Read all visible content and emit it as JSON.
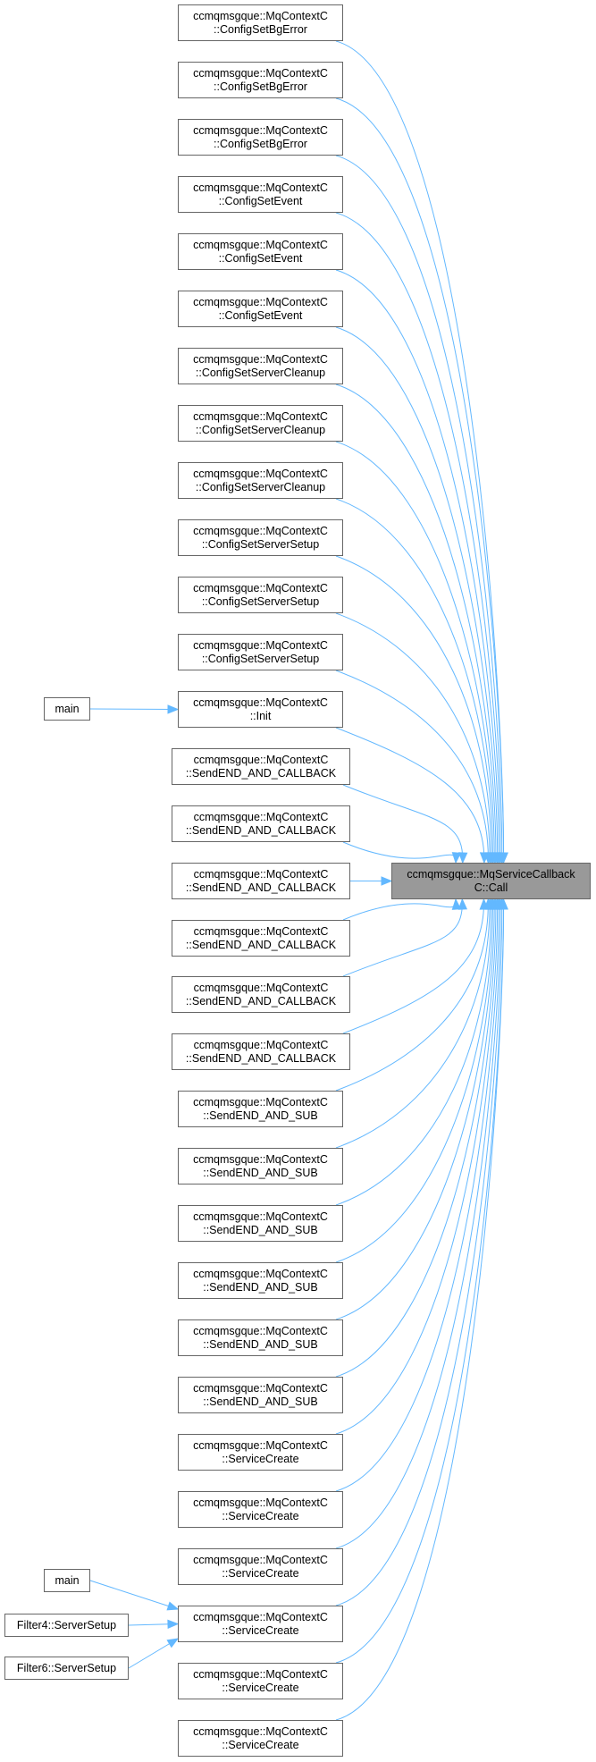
{
  "diagram": {
    "type": "call-graph (caller graph)",
    "edge_color": "#63b8ff",
    "target": {
      "line1": "ccmqmsgque::MqServiceCallback",
      "line2": "C::Call"
    },
    "callers": [
      {
        "line1": "ccmqmsgque::MqContextC",
        "line2": "::ConfigSetBgError"
      },
      {
        "line1": "ccmqmsgque::MqContextC",
        "line2": "::ConfigSetBgError"
      },
      {
        "line1": "ccmqmsgque::MqContextC",
        "line2": "::ConfigSetBgError"
      },
      {
        "line1": "ccmqmsgque::MqContextC",
        "line2": "::ConfigSetEvent"
      },
      {
        "line1": "ccmqmsgque::MqContextC",
        "line2": "::ConfigSetEvent"
      },
      {
        "line1": "ccmqmsgque::MqContextC",
        "line2": "::ConfigSetEvent"
      },
      {
        "line1": "ccmqmsgque::MqContextC",
        "line2": "::ConfigSetServerCleanup"
      },
      {
        "line1": "ccmqmsgque::MqContextC",
        "line2": "::ConfigSetServerCleanup"
      },
      {
        "line1": "ccmqmsgque::MqContextC",
        "line2": "::ConfigSetServerCleanup"
      },
      {
        "line1": "ccmqmsgque::MqContextC",
        "line2": "::ConfigSetServerSetup"
      },
      {
        "line1": "ccmqmsgque::MqContextC",
        "line2": "::ConfigSetServerSetup"
      },
      {
        "line1": "ccmqmsgque::MqContextC",
        "line2": "::ConfigSetServerSetup"
      },
      {
        "line1": "ccmqmsgque::MqContextC",
        "line2": "::Init"
      },
      {
        "line1": "ccmqmsgque::MqContextC",
        "line2": "::SendEND_AND_CALLBACK"
      },
      {
        "line1": "ccmqmsgque::MqContextC",
        "line2": "::SendEND_AND_CALLBACK"
      },
      {
        "line1": "ccmqmsgque::MqContextC",
        "line2": "::SendEND_AND_CALLBACK"
      },
      {
        "line1": "ccmqmsgque::MqContextC",
        "line2": "::SendEND_AND_CALLBACK"
      },
      {
        "line1": "ccmqmsgque::MqContextC",
        "line2": "::SendEND_AND_CALLBACK"
      },
      {
        "line1": "ccmqmsgque::MqContextC",
        "line2": "::SendEND_AND_CALLBACK"
      },
      {
        "line1": "ccmqmsgque::MqContextC",
        "line2": "::SendEND_AND_SUB"
      },
      {
        "line1": "ccmqmsgque::MqContextC",
        "line2": "::SendEND_AND_SUB"
      },
      {
        "line1": "ccmqmsgque::MqContextC",
        "line2": "::SendEND_AND_SUB"
      },
      {
        "line1": "ccmqmsgque::MqContextC",
        "line2": "::SendEND_AND_SUB"
      },
      {
        "line1": "ccmqmsgque::MqContextC",
        "line2": "::SendEND_AND_SUB"
      },
      {
        "line1": "ccmqmsgque::MqContextC",
        "line2": "::SendEND_AND_SUB"
      },
      {
        "line1": "ccmqmsgque::MqContextC",
        "line2": "::ServiceCreate"
      },
      {
        "line1": "ccmqmsgque::MqContextC",
        "line2": "::ServiceCreate"
      },
      {
        "line1": "ccmqmsgque::MqContextC",
        "line2": "::ServiceCreate"
      },
      {
        "line1": "ccmqmsgque::MqContextC",
        "line2": "::ServiceCreate"
      },
      {
        "line1": "ccmqmsgque::MqContextC",
        "line2": "::ServiceCreate"
      },
      {
        "line1": "ccmqmsgque::MqContextC",
        "line2": "::ServiceCreate"
      }
    ],
    "second_level": [
      {
        "label": "main",
        "calls_caller_index": 12
      },
      {
        "label": "main",
        "calls_caller_index": 28
      },
      {
        "label": "Filter4::ServerSetup",
        "calls_caller_index": 28
      },
      {
        "label": "Filter6::ServerSetup",
        "calls_caller_index": 28
      }
    ]
  }
}
